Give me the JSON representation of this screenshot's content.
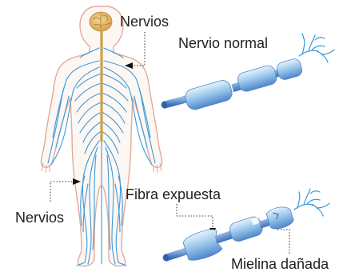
{
  "labels": {
    "nerves_top": "Nervios",
    "normal_nerve": "Nervio normal",
    "nerves_left": "Nervios",
    "exposed_fiber": "Fibra expuesta",
    "damaged_myelin": "Mielina dañada"
  },
  "colors": {
    "nerve_blue": "#3a9ad8",
    "myelin_light": "#b9dcf2",
    "myelin_dark": "#5b8fcf",
    "brain_gold": "#e4b86a",
    "spine": "#c9a24a",
    "body_outline": "#e3a99a",
    "leader_line": "#444444"
  },
  "icons": [
    "human-body-figure",
    "brain-icon",
    "normal-nerve-illustration",
    "damaged-nerve-illustration",
    "arrow-icon"
  ]
}
